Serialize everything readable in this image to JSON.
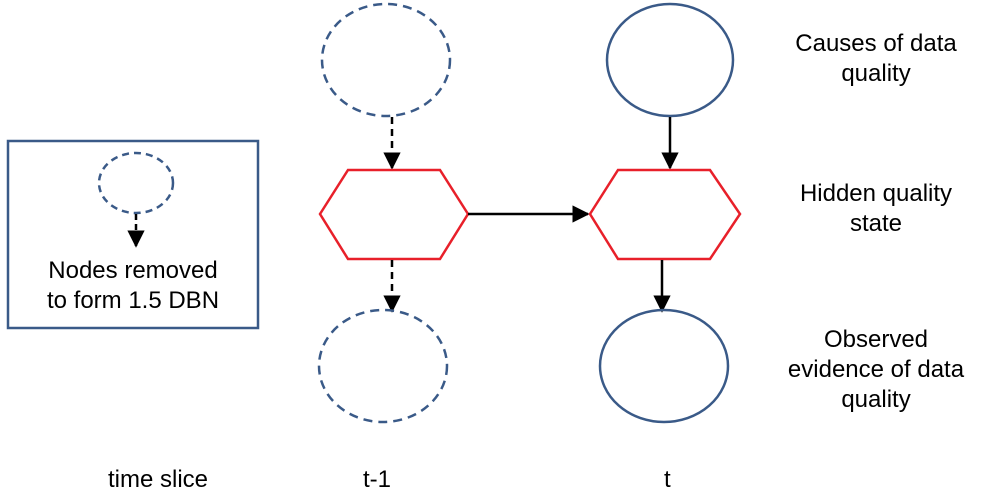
{
  "legend": {
    "text": "Nodes removed\nto form 1.5 DBN"
  },
  "row_labels": {
    "causes": "Causes of data\nquality",
    "hidden": "Hidden quality\nstate",
    "observed": "Observed\nevidence of data\nquality"
  },
  "time_axis": {
    "label": "time slice",
    "previous": "t-1",
    "current": "t"
  },
  "colors": {
    "node_outline": "#3a5a88",
    "hidden_state": "#e8202a",
    "arrow": "#000000",
    "legend_border": "#3a5a88"
  }
}
